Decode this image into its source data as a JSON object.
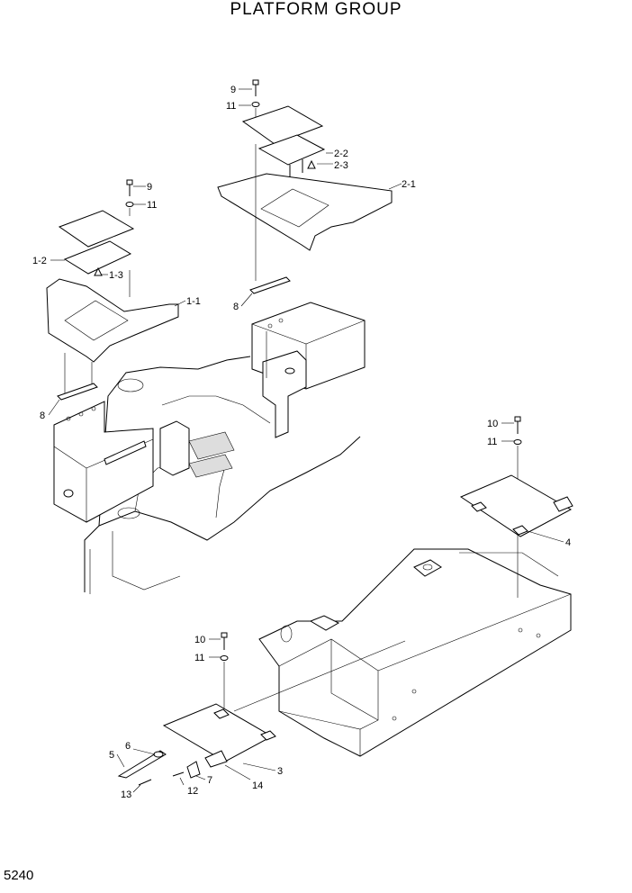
{
  "title": "PLATFORM GROUP",
  "page_number": "5240",
  "callouts": {
    "c9a": "9",
    "c11a": "11",
    "c2_2": "2-2",
    "c2_3": "2-3",
    "c2_1": "2-1",
    "c9b": "9",
    "c11b": "11",
    "c1_2": "1-2",
    "c1_3": "1-3",
    "c1_1": "1-1",
    "c8a": "8",
    "c8b": "8",
    "c10a": "10",
    "c11c": "11",
    "c4": "4",
    "c10b": "10",
    "c11d": "11",
    "c5": "5",
    "c6": "6",
    "c3": "3",
    "c7": "7",
    "c12": "12",
    "c13": "13",
    "c14": "14"
  }
}
